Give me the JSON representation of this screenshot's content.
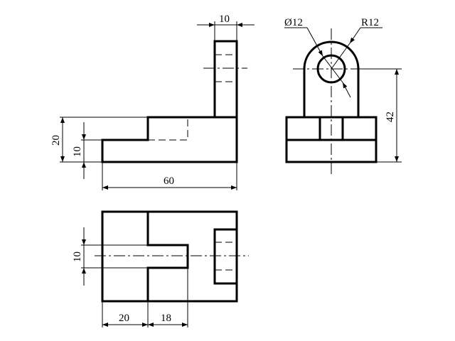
{
  "drawing": {
    "front_view": {
      "dim_width_top": "10",
      "dim_height_total": "20",
      "dim_height_step": "10",
      "dim_length": "60"
    },
    "side_view": {
      "dim_hole": "Ø12",
      "dim_radius": "R12",
      "dim_height": "42"
    },
    "top_view": {
      "dim_slot_width": "10",
      "dim_offset": "20",
      "dim_slot_depth": "18"
    }
  }
}
